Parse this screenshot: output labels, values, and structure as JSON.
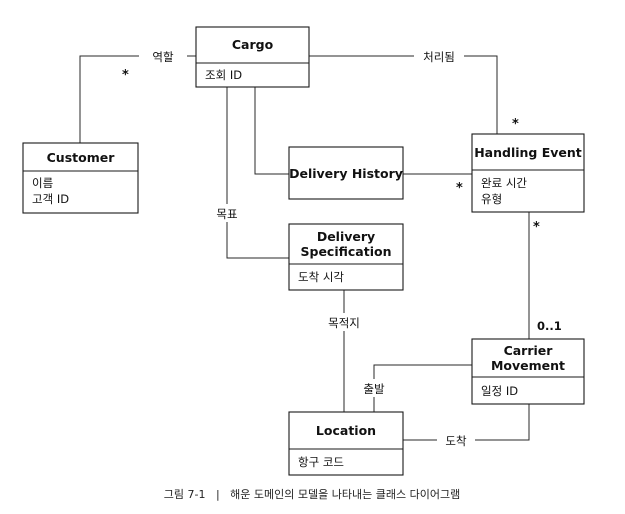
{
  "classes": {
    "cargo": {
      "name": "Cargo",
      "attributes": [
        "조회 ID"
      ]
    },
    "customer": {
      "name": "Customer",
      "attributes": [
        "이름",
        "고객 ID"
      ]
    },
    "delivery_history": {
      "name": "Delivery History"
    },
    "handling_event": {
      "name": "Handling Event",
      "attributes": [
        "완료 시간",
        "유형"
      ]
    },
    "delivery_specification": {
      "name_lines": [
        "Delivery",
        "Specification"
      ],
      "attributes": [
        "도착 시각"
      ]
    },
    "carrier_movement": {
      "name_lines": [
        "Carrier",
        "Movement"
      ],
      "attributes": [
        "일정 ID"
      ]
    },
    "location": {
      "name": "Location",
      "attributes": [
        "항구 코드"
      ]
    }
  },
  "associations": {
    "role": "역할",
    "processed": "처리됨",
    "goal": "목표",
    "destination": "목적지",
    "departure": "출발",
    "arrival": "도착"
  },
  "multiplicities": {
    "customer_many": "*",
    "handling_event_many": "*",
    "history_many": "*",
    "carrier_many": "*",
    "carrier_zero_one": "0..1"
  },
  "caption": "그림 7-1   |   해운 도메인의 모델을 나타내는 클래스 다이어그램"
}
